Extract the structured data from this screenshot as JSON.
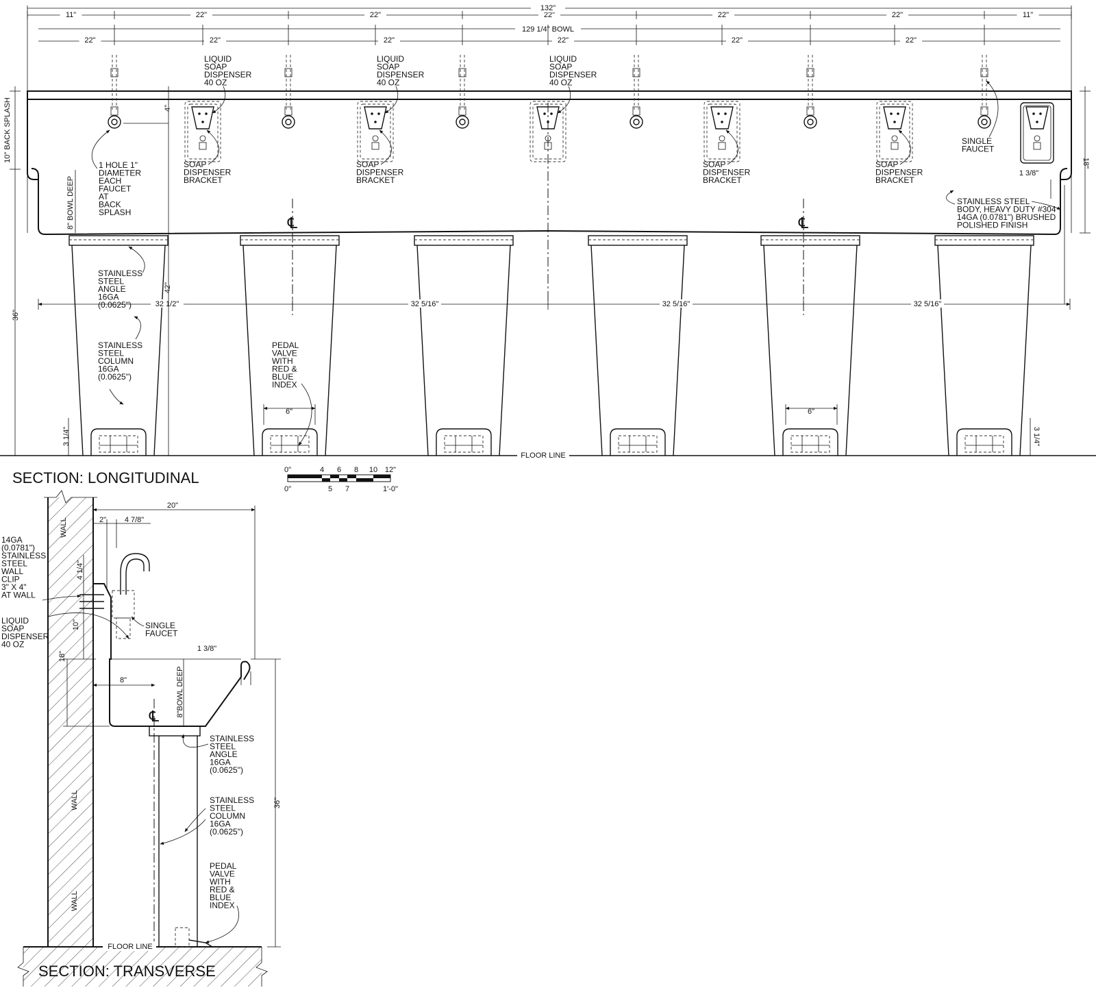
{
  "longitudinal": {
    "title": "SECTION: LONGITUDINAL",
    "dims_top_row": [
      "11\"",
      "22\"",
      "22\"",
      "22\"",
      "22\"",
      "22\"",
      "11\""
    ],
    "dim_overall": "132\"",
    "dim_bowl": "129 1/4\" BOWL",
    "dims_faucet_row": [
      "22\"",
      "22\"",
      "22\"",
      "22\"",
      "22\"",
      "22\""
    ],
    "dims_legs": [
      "32 1/2\"",
      "32 5/16\"",
      "32 5/16\"",
      "32 5/16\""
    ],
    "dim_back_splash": "10\" BACK SPLASH",
    "dim_bowl_deep": "8\" BOWL DEEP",
    "dim_36": "36\"",
    "dim_42": "42\"",
    "dim_4": "4\"",
    "dim_18": "18\"",
    "dim_1_3_8": "1 3/8\"",
    "dim_3_1_4": "3 1/4\"",
    "dim_6": "6\"",
    "labels": {
      "liquid_soap": [
        "LIQUID",
        "SOAP",
        "DISPENSER",
        "40 OZ"
      ],
      "soap_bracket": [
        "SOAP",
        "DISPENSER",
        "BRACKET"
      ],
      "hole": [
        "1 HOLE 1\"",
        "DIAMETER",
        "EACH",
        "FAUCET",
        "AT",
        "BACK",
        "SPLASH"
      ],
      "single_faucet": [
        "SINGLE",
        "FAUCET"
      ],
      "body": [
        "STAINLESS STEEL",
        "BODY, HEAVY DUTY #304",
        "14GA (0.0781\") BRUSHED",
        "POLISHED FINISH"
      ],
      "angle": [
        "STAINLESS",
        "STEEL",
        "ANGLE",
        "16GA",
        "(0.0625\")"
      ],
      "column": [
        "STAINLESS",
        "STEEL",
        "COLUMN",
        "16GA",
        "(0.0625\")"
      ],
      "pedal": [
        "PEDAL",
        "VALVE",
        "WITH",
        "RED &",
        "BLUE",
        "INDEX"
      ],
      "floor_line": "FLOOR LINE",
      "centerline": "CL"
    }
  },
  "scale_bar": {
    "top_ticks": [
      "0\"",
      "4",
      "6",
      "8",
      "10",
      "12\""
    ],
    "bottom_ticks": [
      "0\"",
      "5",
      "7",
      "1'-0\""
    ]
  },
  "transverse": {
    "title": "SECTION: TRANSVERSE",
    "wall": "WALL",
    "dim_20": "20\"",
    "dim_2": "2\"",
    "dim_4_7_8": "4 7/8\"",
    "dim_4_1_4": "4 1/4\"",
    "dim_10": "10\"",
    "dim_18": "18\"",
    "dim_8": "8\"",
    "dim_1_3_8": "1 3/8\"",
    "dim_bowl_deep": "8\"BOWL DEEP",
    "dim_36": "36\"",
    "labels": {
      "wall_clip": [
        "14GA",
        "(0.0781\")",
        "STAINLESS",
        "STEEL",
        "WALL",
        "CLIP",
        "3\" X 4\"",
        "AT WALL"
      ],
      "liquid_soap": [
        "LIQUID",
        "SOAP",
        "DISPENSER",
        "40 OZ"
      ],
      "single_faucet": [
        "SINGLE",
        "FAUCET"
      ],
      "angle": [
        "STAINLESS",
        "STEEL",
        "ANGLE",
        "16GA",
        "(0.0625\")"
      ],
      "column": [
        "STAINLESS",
        "STEEL",
        "COLUMN",
        "16GA",
        "(0.0625\")"
      ],
      "pedal": [
        "PEDAL",
        "VALVE",
        "WITH",
        "RED &",
        "BLUE",
        "INDEX"
      ],
      "floor_line": "FLOOR LINE"
    }
  }
}
